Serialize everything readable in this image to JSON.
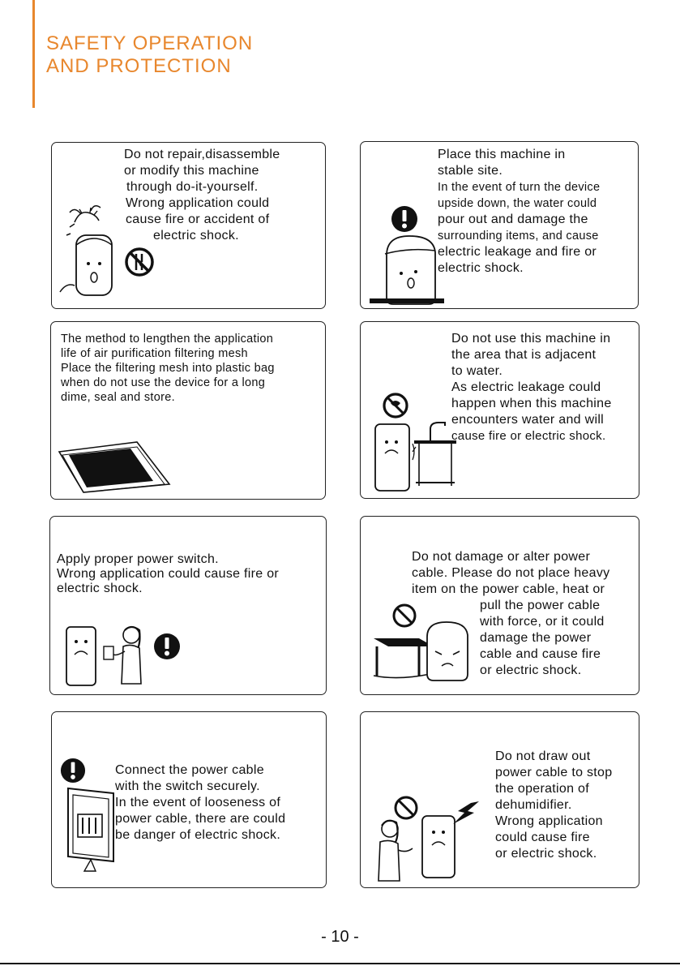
{
  "header": {
    "title_line1": "SAFETY OPERATION",
    "title_line2": "AND PROTECTION"
  },
  "cards": [
    {
      "lines": [
        "Do not repair,disassemble",
        "or modify this machine",
        "through do-it-yourself.",
        "Wrong application could",
        "cause fire or accident of",
        "electric shock."
      ],
      "icons": [
        "prohibit-repair-icon",
        "hands-icon",
        "dehumidifier-icon"
      ]
    },
    {
      "lines": [
        "Place this machine in",
        "stable site.",
        "In the event of turn the device",
        "upside down, the water could",
        "pour out and damage the",
        "surrounding items, and cause",
        "electric leakage and fire or",
        "electric shock."
      ],
      "icons": [
        "warning-icon",
        "dehumidifier-icon"
      ]
    },
    {
      "lines": [
        "The method to lengthen the application",
        "life of air purification filtering mesh",
        "Place the filtering mesh into plastic bag",
        "when do not use the device for a long",
        "dime, seal and store."
      ],
      "icons": [
        "filter-bag-icon"
      ]
    },
    {
      "lines": [
        "Do not use this machine in",
        "the area that is adjacent",
        "to water.",
        "As electric leakage could",
        "happen when this machine",
        "encounters water and will",
        "cause fire or electric shock."
      ],
      "icons": [
        "no-water-icon",
        "dehumidifier-icon",
        "faucet-icon"
      ]
    },
    {
      "lines": [
        "Apply proper power switch.",
        "Wrong application could cause fire or",
        "electric shock."
      ],
      "icons": [
        "dehumidifier-icon",
        "person-icon",
        "warning-icon"
      ]
    },
    {
      "lines": [
        "Do not damage or alter power",
        "cable. Please do not place heavy",
        "item on the power cable, heat or",
        "pull the power cable",
        "with force, or it could",
        "damage the power",
        "cable and cause fire",
        "or electric shock."
      ],
      "icons": [
        "prohibit-icon",
        "table-icon",
        "dehumidifier-icon"
      ]
    },
    {
      "lines": [
        "Connect the power cable",
        "with the switch securely.",
        "In the event of looseness of",
        "power cable, there are could",
        "be danger of electric shock."
      ],
      "icons": [
        "warning-icon",
        "power-socket-icon"
      ]
    },
    {
      "lines": [
        "Do not draw out",
        "power cable to stop",
        "the operation of",
        "dehumidifier.",
        "Wrong application",
        "could cause fire",
        "or electric shock."
      ],
      "icons": [
        "prohibit-icon",
        "person-icon",
        "dehumidifier-icon",
        "lightning-icon"
      ]
    }
  ],
  "footer": {
    "page_number": "- 10 -"
  }
}
